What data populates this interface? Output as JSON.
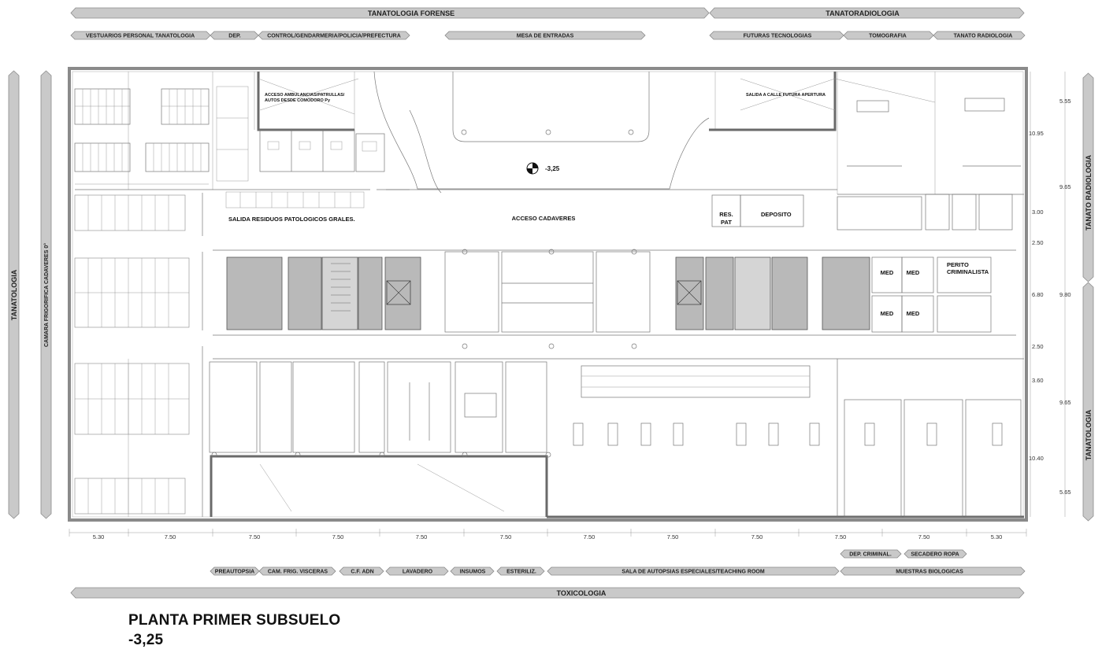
{
  "top_bands": {
    "forense": "TANATOLOGIA FORENSE",
    "radiologia": "TANATORADIOLOGIA"
  },
  "top_sections": [
    "VESTUARIOS PERSONAL TANATOLOGIA",
    "DEP.",
    "CONTROL/GENDARMERIA/POLICIA/PREFECTURA",
    "MESA DE ENTRADAS",
    "FUTURAS TECNOLOGIAS",
    "TOMOGRAFIA",
    "TANATO RADIOLOGIA"
  ],
  "bottom_sections": [
    "PREAUTOPSIA",
    "CAM. FRIG. VISCERAS",
    "C.F. ADN",
    "LAVADERO",
    "INSUMOS",
    "ESTERILIZ.",
    "SALA DE AUTOPSIAS ESPECIALES/TEACHING ROOM",
    "MUESTRAS BIOLOGICAS"
  ],
  "bottom_small_tags": [
    "DEP. CRIMINAL.",
    "SECADERO ROPA"
  ],
  "bottom_band": "TOXICOLOGIA",
  "left_bands": {
    "outer": "TANATOLOGIA",
    "inner": "CAMARA FRIGORIFICA CADAVERES 0°"
  },
  "right_bands": {
    "upper": "TANATO RADIOLOGIA",
    "lower": "TANATOLOGIA"
  },
  "room_labels": {
    "acceso_ambulancias": [
      "ACCESO AMBULANCIAS/PATRULLAS/",
      "AUTOS DESDE COMODORO Py"
    ],
    "salida_calle": "SALIDA A CALLE FUTURA APERTURA",
    "salida_residuos": "SALIDA RESIDUOS PATOLOGICOS GRALES.",
    "acceso_cadaveres": "ACCESO CADAVERES",
    "res_pat": [
      "RES.",
      "PAT"
    ],
    "deposito": "DEPOSITO",
    "med": "MED",
    "perito": [
      "PERITO",
      "CRIMINALISTA"
    ]
  },
  "level_marker": "-3,25",
  "bottom_dimensions": [
    "5.30",
    "7.50",
    "7.50",
    "7.50",
    "7.50",
    "7.50",
    "7.50",
    "7.50",
    "7.50",
    "7.50",
    "7.50",
    "5.30"
  ],
  "right_dims_inner": [
    "10.95",
    "3.00",
    "2.50",
    "6.80",
    "2.50",
    "3.60",
    "10.40"
  ],
  "right_dims_outer": [
    "5.55",
    "9.65",
    "9.80",
    "9.65",
    "5.65"
  ],
  "title": "PLANTA PRIMER SUBSUELO",
  "title_level": "-3,25"
}
